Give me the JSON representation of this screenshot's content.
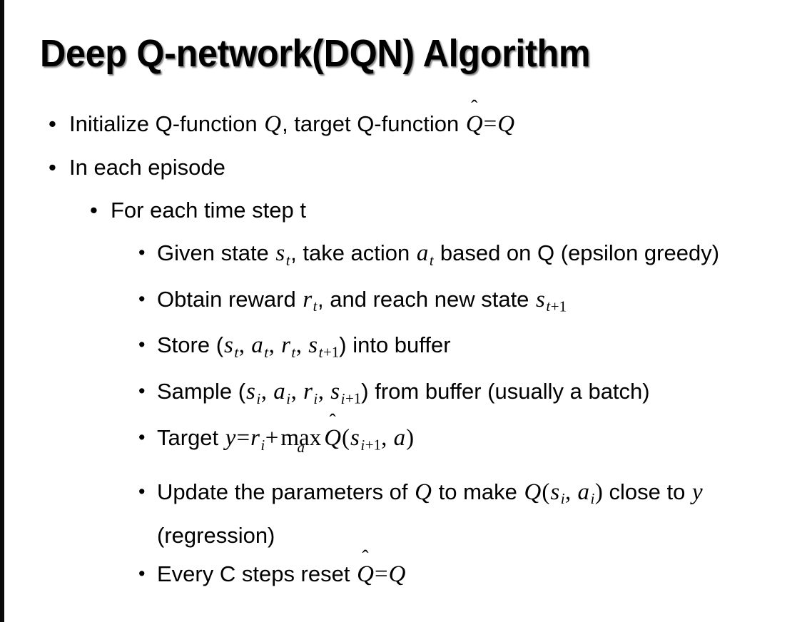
{
  "slide": {
    "title": "Deep Q-network(DQN) Algorithm",
    "background_color": "#ffffff",
    "text_color": "#000000",
    "left_edge_color": "#0a0a0a",
    "bullet_marker": "•"
  },
  "bullets": {
    "b1": {
      "level": 1,
      "pre": "Initialize Q-function ",
      "var_q1": "Q",
      "mid": ", target Q-function ",
      "qhat": "Q",
      "hat": "̂",
      "eq": "=",
      "var_q2": "Q"
    },
    "b2": {
      "level": 1,
      "text": "In each episode"
    },
    "b3": {
      "level": 2,
      "text": "For each time step t"
    },
    "b4": {
      "level": 3,
      "pre": "Given state ",
      "s": "s",
      "s_sub": "t",
      "mid": ", take action ",
      "a": "a",
      "a_sub": "t",
      "post": " based on Q (epsilon greedy)"
    },
    "b5": {
      "level": 3,
      "pre": "Obtain reward ",
      "r": "r",
      "r_sub": "t",
      "mid": ", and reach new state ",
      "s": "s",
      "s_sub_var": "t",
      "s_sub_plus": "+1"
    },
    "b6": {
      "level": 3,
      "pre": "Store (",
      "s1": "s",
      "s1_sub": "t",
      "sep1": ", ",
      "a1": "a",
      "a1_sub": "t",
      "sep2": ", ",
      "r1": "r",
      "r1_sub": "t",
      "sep3": ", ",
      "s2": "s",
      "s2_sub_var": "t",
      "s2_sub_plus": "+1",
      "post": ") into buffer"
    },
    "b7": {
      "level": 3,
      "pre": "Sample (",
      "s1": "s",
      "s1_sub": "i",
      "sep1": ", ",
      "a1": "a",
      "a1_sub": "i",
      "sep2": ", ",
      "r1": "r",
      "r1_sub": "i",
      "sep3": ", ",
      "s2": "s",
      "s2_sub_var": "i",
      "s2_sub_plus": "+1",
      "post": ") from buffer (usually a batch)"
    },
    "b8": {
      "level": 3,
      "pre": "Target ",
      "y": "y",
      "eq": "=",
      "r": "r",
      "r_sub": "i",
      "plus": "+",
      "op": "max",
      "op_limit": "a",
      "qhat": "Q",
      "hat": "̂",
      "open": "(",
      "s": "s",
      "s_sub_var": "i",
      "s_sub_plus": "+1",
      "comma": ", ",
      "a": "a",
      "close": ")"
    },
    "b9": {
      "level": 3,
      "pre": "Update the parameters of ",
      "q1": "Q",
      "mid": " to make ",
      "q2": "Q",
      "open": "(",
      "s": "s",
      "s_sub": "i",
      "comma": ", ",
      "a": "a",
      "a_sub": "i",
      "close": ")",
      "post": " close to ",
      "y": "y",
      "tail": " (regression)"
    },
    "b10": {
      "level": 3,
      "pre": "Every C steps reset ",
      "qhat": "Q",
      "hat": "̂",
      "eq": "=",
      "q": "Q"
    }
  }
}
